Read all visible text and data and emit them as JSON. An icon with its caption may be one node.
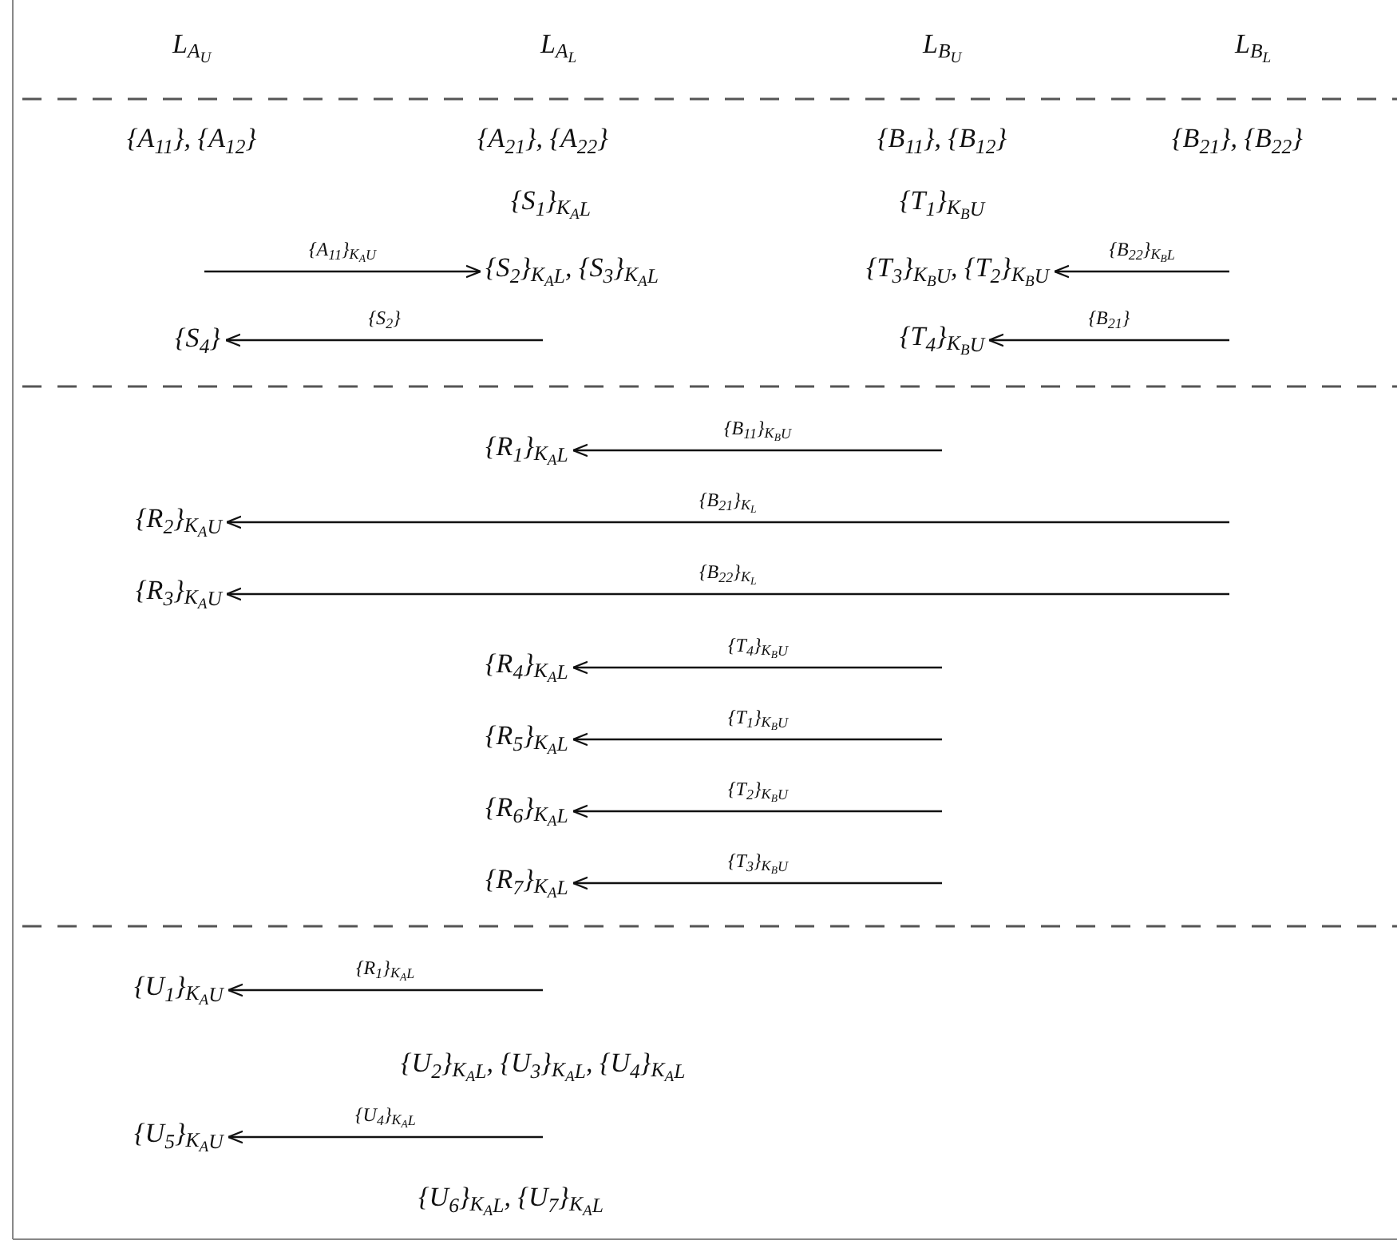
{
  "diagram": {
    "nodes": [
      {
        "text": [
          "{S$_{2}$}$_{K}$$_{A}$$_{L}$, {S$_{3}$}$_{K}$$_{A}$$_{L}$"
        ]
      },
      {
        "text": [
          "{T$_{3}$}$_{K}$$_{B}$$_{U}$, {T$_{2}$}$_{K}$$_{B}$$_{U}$"
        ]
      },
      {
        "text": [
          "{S$_{4}$}"
        ]
      },
      {
        "text": [
          "{T$_{4}$}$_{K}$$_{B}$$_{U}$"
        ]
      },
      {
        "text": [
          "{R$_{1}$}$_{K}$$_{A}$$_{L}$"
        ]
      },
      {
        "text": [
          "{R$_{2}$}$_{K}$$_{A}$$_{U}$"
        ]
      },
      {
        "text": [
          "{R$_{3}$}$_{K}$$_{A}$$_{U}$"
        ]
      },
      {
        "text": [
          "{R$_{4}$}$_{K}$$_{A}$$_{L}$"
        ]
      },
      {
        "text": [
          "{R$_{5}$}$_{K}$$_{A}$$_{L}$"
        ]
      },
      {
        "text": [
          "{R$_{6}$}$_{K}$$_{A}$$_{L}$"
        ]
      },
      {
        "text": [
          "{R$_{7}$}$_{K}$$_{A}$$_{L}$"
        ]
      },
      {
        "text": [
          "{U$_{1}$}$_{K}$$_{A}$$_{U}$"
        ]
      },
      {
        "text": [
          "{U$_{5}$}$_{K}$$_{A}$$_{U}$"
        ]
      }
    ],
    "edges": [
      {
        "from": null,
        "to": 0,
        "arrow": "to",
        "label": "{A$_{11}$}$_{K}$$_{A}$$_{U}$"
      },
      {
        "from": null,
        "to": 1,
        "arrow": "to",
        "label": "{B$_{22}$}$_{K}$$_{B}$$_{L}$"
      },
      {
        "from": null,
        "to": 2,
        "arrow": "to",
        "label": "{S$_{2}$}"
      },
      {
        "from": null,
        "to": 3,
        "arrow": "to",
        "label": "{B$_{21}$}"
      },
      {
        "from": null,
        "to": 4,
        "arrow": "to",
        "label": "{B$_{11}$}$_{K}$$_{B}$$_{U}$"
      },
      {
        "from": null,
        "to": 5,
        "arrow": "to",
        "label": "{B$_{21}$}$_{K}$$_{L}$"
      },
      {
        "from": null,
        "to": 6,
        "arrow": "to",
        "label": "{B$_{22}$}$_{K}$$_{L}$"
      },
      {
        "from": null,
        "to": 7,
        "arrow": "to",
        "label": "{T$_{4}$}$_{K}$$_{B}$$_{U}$"
      },
      {
        "from": null,
        "to": 8,
        "arrow": "to",
        "label": "{T$_{1}$}$_{K}$$_{B}$$_{U}$"
      },
      {
        "from": null,
        "to": 9,
        "arrow": "to",
        "label": "{T$_{2}$}$_{K}$$_{B}$$_{U}$"
      },
      {
        "from": null,
        "to": 10,
        "arrow": "to",
        "label": "{T$_{3}$}$_{K}$$_{B}$$_{U}$"
      },
      {
        "from": null,
        "to": 11,
        "arrow": "to",
        "label": "{R$_{1}$}$_{K}$$_{A}$$_{L}$"
      },
      {
        "from": null,
        "to": 12,
        "arrow": "to",
        "label": "{U$_{4}$}$_{K}$$_{A}$$_{L}$"
      }
    ],
    "labels": [
      "L$_{A}$$_{U}$",
      "L$_{A}$$_{L}$",
      "L$_{B}$$_{U}$",
      "L$_{B}$$_{L}$",
      "{A$_{11}$}, {A$_{12}$}",
      "{A$_{21}$}, {A$_{22}$}",
      "{B$_{11}$}, {B$_{12}$}",
      "{B$_{21}$}, {B$_{22}$}",
      "{S$_{1}$}$_{K}$$_{A}$$_{L}$",
      "{T$_{1}$}$_{K}$$_{B}$$_{U}$",
      "{U$_{2}$}$_{K}$$_{A}$$_{L}$, {U$_{3}$}$_{K}$$_{A}$$_{L}$, {U$_{4}$}$_{K}$$_{A}$$_{L}$",
      "{U$_{6}$}$_{K}$$_{A}$$_{L}$, {U$_{7}$}$_{K}$$_{A}$$_{L}$"
    ]
  }
}
